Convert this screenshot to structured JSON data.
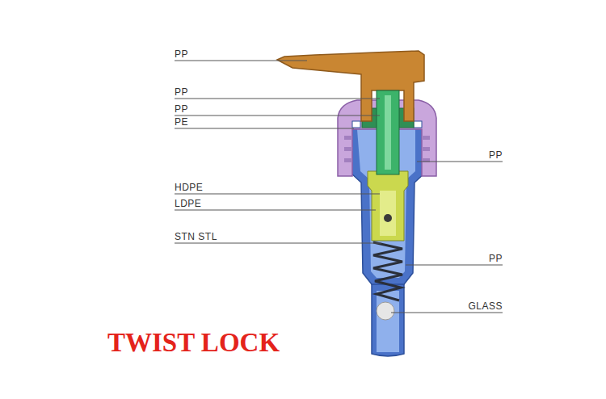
{
  "diagram": {
    "title": "TWIST LOCK",
    "labels": [
      "PP",
      "PP",
      "PP",
      "PE",
      "PP",
      "HDPE",
      "LDPE",
      "STN STL",
      "PP",
      "GLASS"
    ]
  }
}
